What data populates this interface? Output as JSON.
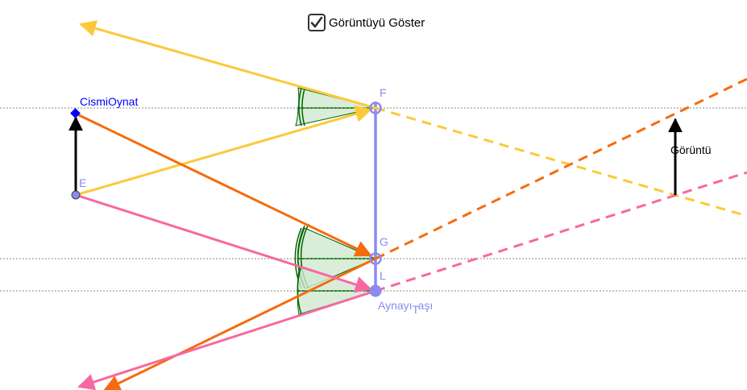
{
  "checkbox": {
    "label": "Görüntüyü Göster",
    "checked": true
  },
  "labels": {
    "object": "CismiOynat",
    "E": "E",
    "F": "F",
    "G": "G",
    "L": "L",
    "mirror_main": "Aynayı",
    "mirror_sub": "T",
    "mirror_end": "aşı",
    "image": "Görüntü"
  },
  "colors": {
    "yellow_ray": "#fdc93a",
    "orange_ray": "#f66b0e",
    "pink_ray": "#f868a0",
    "mirror": "#8b8bf0",
    "object_point": "#0000ff",
    "angle_fill": "#cfe8cf",
    "angle_stroke": "#006400",
    "guide": "#888888"
  }
}
